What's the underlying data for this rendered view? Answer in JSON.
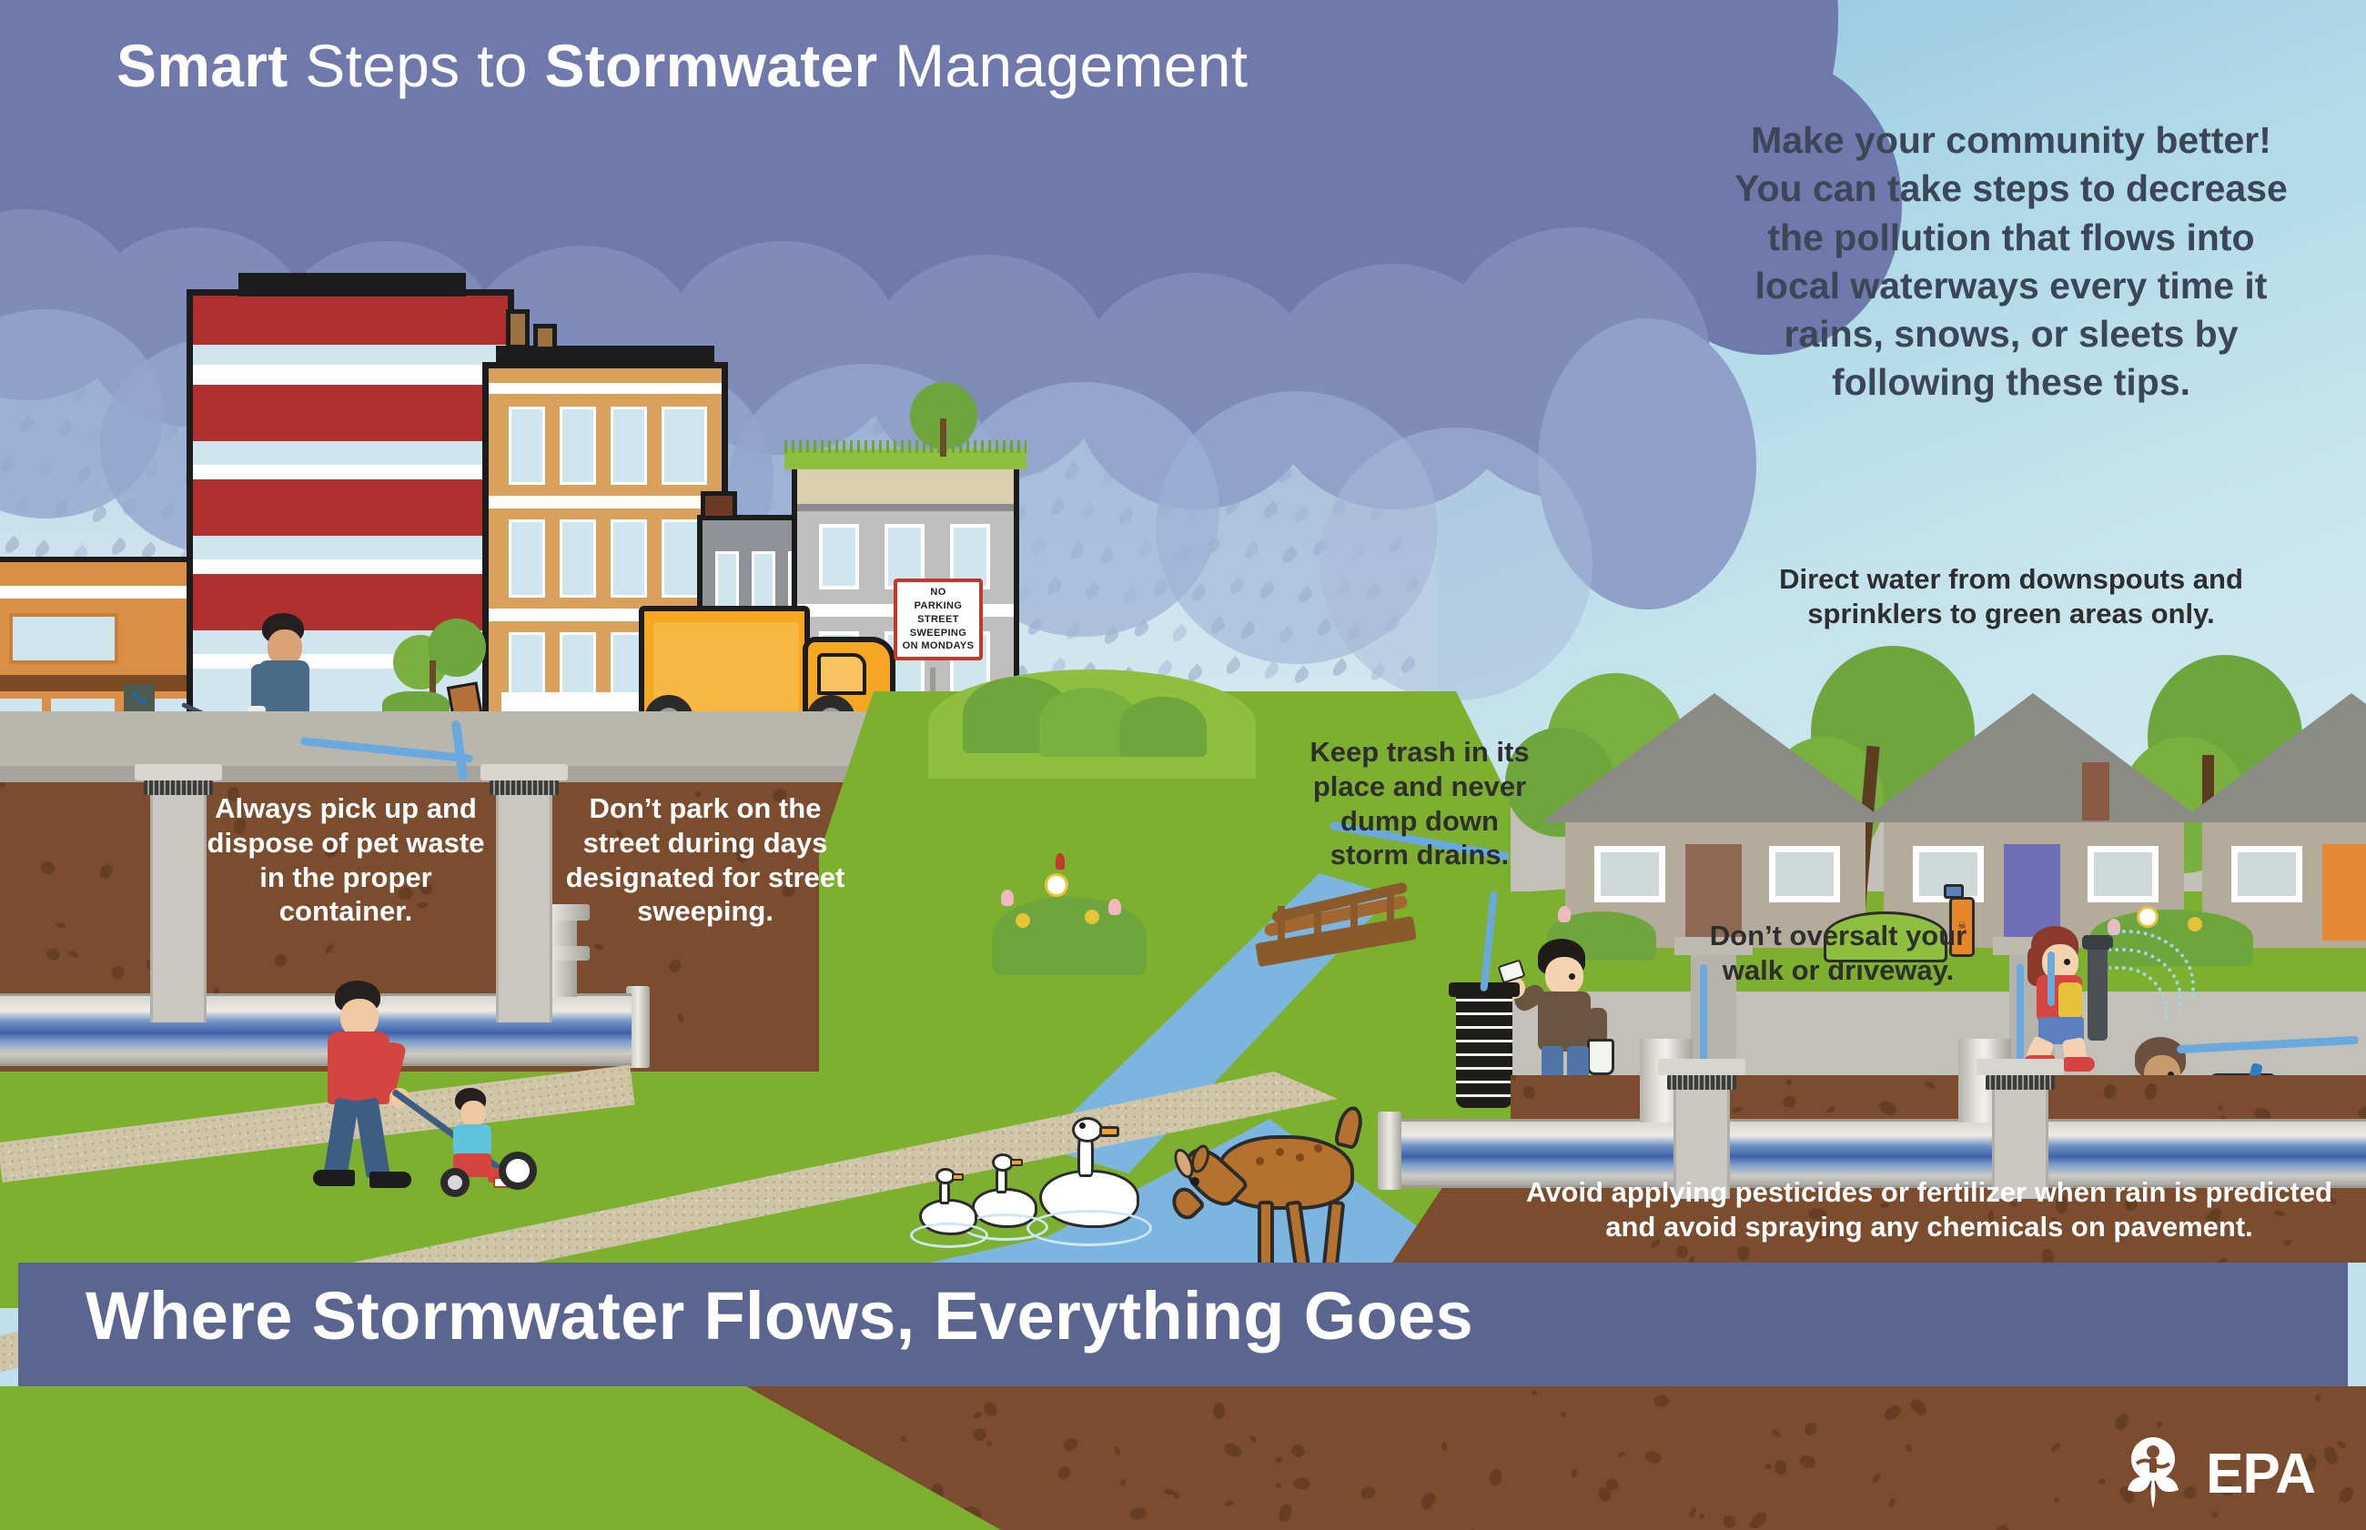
{
  "header": {
    "title_bold_1": "Smart",
    "title_light_1": " Steps to ",
    "title_bold_2": "Stormwater",
    "title_light_2": " Management",
    "title_full": "Smart Steps to Stormwater Management"
  },
  "intro": {
    "text": "Make your community better! You can take steps to decrease the pollution that flows into local waterways every time it rains, snows, or sleets by following these tips."
  },
  "tips": [
    {
      "id": "pet-waste",
      "text": "Always pick up and dispose of pet waste in the proper container.",
      "style": "white"
    },
    {
      "id": "street-sweeping",
      "text": "Don’t park on the street during days designated for street sweeping.",
      "style": "white"
    },
    {
      "id": "trash-storm-drains",
      "text": "Keep trash in its place and never dump down storm drains.",
      "style": "dark"
    },
    {
      "id": "downspouts",
      "text": "Direct water from downspouts and sprinklers to green areas only.",
      "style": "dark"
    },
    {
      "id": "oversalt",
      "text": "Don’t oversalt your walk or driveway.",
      "style": "dark"
    },
    {
      "id": "pesticides",
      "text": "Avoid applying pesticides or fertilizer when rain is predicted and avoid spraying any chemicals on pavement.",
      "style": "white"
    }
  ],
  "street_sign": {
    "line1": "NO",
    "line2": "PARKING",
    "line3": "STREET",
    "line4": "SWEEPING",
    "line5": "ON MONDAYS"
  },
  "banner": {
    "text": "Where Stormwater Flows, Everything Goes"
  },
  "logo": {
    "agency": "EPA",
    "mark": "epa-seal-icon"
  },
  "scene": {
    "city_label": "rainy-city-block",
    "suburb_label": "suburban-houses-row",
    "stream_label": "stream-with-wildlife",
    "underground_label": "underground-storm-sewer-pipe"
  },
  "colors": {
    "cloud_dark": "#6f79ab",
    "cloud_mid": "#7f8cb9",
    "cloud_light": "#93a6cd",
    "banner_blue": "#5a6590",
    "grass_green": "#7cb02e",
    "soil_brown": "#7b4c2e",
    "water_blue": "#7cb6e0",
    "pavement_gray": "#b9b6ae",
    "text_dark": "#2e2e2e",
    "text_light": "#ffffff",
    "truck_orange": "#f5a623",
    "sign_red": "#c0392b"
  }
}
